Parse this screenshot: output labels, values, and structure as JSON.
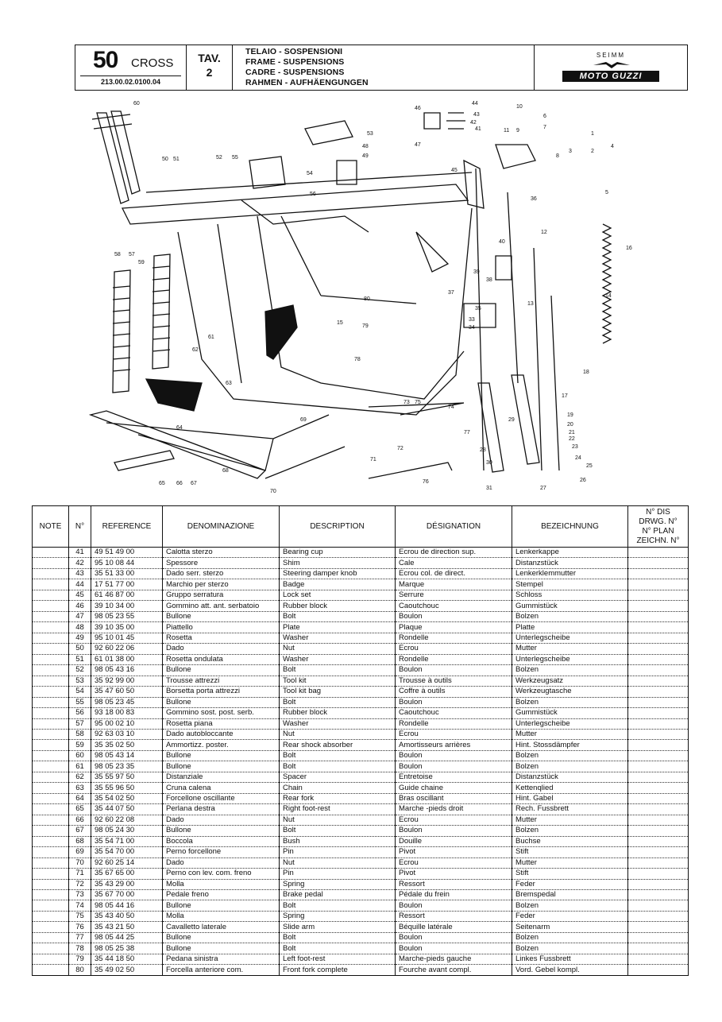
{
  "header": {
    "model_number": "50",
    "model_name": "CROSS",
    "model_code": "213.00.02.0100.04",
    "table_label": "TAV.",
    "table_number": "2",
    "titles": [
      "TELAIO - SOSPENSIONI",
      "FRAME - SUSPENSIONS",
      "CADRE - SUSPENSIONS",
      "RAHMEN - AUFHÄENGUNGEN"
    ],
    "logo_top": "SEIMM",
    "logo_brand": "MOTO GUZZI"
  },
  "diagram": {
    "callouts": [
      "1",
      "2",
      "3",
      "4",
      "5",
      "6",
      "7",
      "8",
      "9",
      "10",
      "11",
      "12",
      "13",
      "14",
      "15",
      "16",
      "17",
      "18",
      "19",
      "20",
      "21",
      "22",
      "23",
      "24",
      "25",
      "26",
      "27",
      "28",
      "29",
      "30",
      "31",
      "33",
      "34",
      "35",
      "36",
      "37",
      "38",
      "39",
      "40",
      "41",
      "42",
      "43",
      "44",
      "45",
      "46",
      "47",
      "48",
      "49",
      "50",
      "51",
      "52",
      "53",
      "54",
      "55",
      "56",
      "57",
      "58",
      "59",
      "60",
      "61",
      "62",
      "63",
      "64",
      "65",
      "66",
      "67",
      "68",
      "69",
      "70",
      "71",
      "72",
      "73",
      "74",
      "75",
      "76",
      "77",
      "78",
      "79",
      "80"
    ]
  },
  "table": {
    "headers": {
      "note": "NOTE",
      "num": "N°",
      "reference": "REFERENCE",
      "denominazione": "DENOMINAZIONE",
      "description": "DESCRIPTION",
      "designation": "DÉSIGNATION",
      "bezeichnung": "BEZEICHNUNG",
      "drawing": [
        "N° DIS",
        "DRWG. N°",
        "N° PLAN",
        "ZEICHN. N°"
      ]
    },
    "rows": [
      {
        "n": "41",
        "ref": "49 51 49 00",
        "it": "Calotta sterzo",
        "en": "Bearing cup",
        "fr": "Ecrou de direction sup.",
        "de": "Lenkerkappe"
      },
      {
        "n": "42",
        "ref": "95 10 08 44",
        "it": "Spessore",
        "en": "Shim",
        "fr": "Cale",
        "de": "Distanzstück"
      },
      {
        "n": "43",
        "ref": "35 51 33 00",
        "it": "Dado serr. sterzo",
        "en": "Steering damper knob",
        "fr": "Ecrou col. de direct.",
        "de": "Lenkerklemmutter"
      },
      {
        "n": "44",
        "ref": "17 51 77 00",
        "it": "Marchio per sterzo",
        "en": "Badge",
        "fr": "Marque",
        "de": "Stempel"
      },
      {
        "n": "45",
        "ref": "61 46 87 00",
        "it": "Gruppo serratura",
        "en": "Lock set",
        "fr": "Serrure",
        "de": "Schloss"
      },
      {
        "n": "46",
        "ref": "39 10 34 00",
        "it": "Gommino att. ant. serbatoio",
        "en": "Rubber block",
        "fr": "Caoutchouc",
        "de": "Gummistück"
      },
      {
        "n": "47",
        "ref": "98 05 23 55",
        "it": "Bullone",
        "en": "Bolt",
        "fr": "Boulon",
        "de": "Bolzen"
      },
      {
        "n": "48",
        "ref": "39 10 35 00",
        "it": "Piattello",
        "en": "Plate",
        "fr": "Plaque",
        "de": "Platte"
      },
      {
        "n": "49",
        "ref": "95 10 01 45",
        "it": "Rosetta",
        "en": "Washer",
        "fr": "Rondelle",
        "de": "Unterlegscheibe"
      },
      {
        "n": "50",
        "ref": "92 60 22 06",
        "it": "Dado",
        "en": "Nut",
        "fr": "Ecrou",
        "de": "Mutter"
      },
      {
        "n": "51",
        "ref": "61 01 38 00",
        "it": "Rosetta ondulata",
        "en": "Washer",
        "fr": "Rondelle",
        "de": "Unterlegscheibe"
      },
      {
        "n": "52",
        "ref": "98 05 43 16",
        "it": "Bullone",
        "en": "Bolt",
        "fr": "Boulon",
        "de": "Bolzen"
      },
      {
        "n": "53",
        "ref": "35 92 99 00",
        "it": "Trousse attrezzi",
        "en": "Tool kit",
        "fr": "Trousse à outils",
        "de": "Werkzeugsatz"
      },
      {
        "n": "54",
        "ref": "35 47 60 50",
        "it": "Borsetta porta attrezzi",
        "en": "Tool kit bag",
        "fr": "Coffre à outils",
        "de": "Werkzeugtasche"
      },
      {
        "n": "55",
        "ref": "98 05 23 45",
        "it": "Bullone",
        "en": "Bolt",
        "fr": "Boulon",
        "de": "Bolzen"
      },
      {
        "n": "56",
        "ref": "93 18 00 83",
        "it": "Gommino sost. post. serb.",
        "en": "Rubber block",
        "fr": "Caoutchouc",
        "de": "Gummistück"
      },
      {
        "n": "57",
        "ref": "95 00 02 10",
        "it": "Rosetta piana",
        "en": "Washer",
        "fr": "Rondelle",
        "de": "Unterlegscheibe"
      },
      {
        "n": "58",
        "ref": "92 63 03 10",
        "it": "Dado autobloccante",
        "en": "Nut",
        "fr": "Ecrou",
        "de": "Mutter"
      },
      {
        "n": "59",
        "ref": "35 35 02 50",
        "it": "Ammortizz. poster.",
        "en": "Rear shock absorber",
        "fr": "Amortisseurs arrières",
        "de": "Hint. Stossdämpfer"
      },
      {
        "n": "60",
        "ref": "98 05 43 14",
        "it": "Bullone",
        "en": "Bolt",
        "fr": "Boulon",
        "de": "Bolzen"
      },
      {
        "n": "61",
        "ref": "98 05 23 35",
        "it": "Bullone",
        "en": "Bolt",
        "fr": "Boulon",
        "de": "Bolzen"
      },
      {
        "n": "62",
        "ref": "35 55 97 50",
        "it": "Distanziale",
        "en": "Spacer",
        "fr": "Entretoise",
        "de": "Distanzstück"
      },
      {
        "n": "63",
        "ref": "35 55 96 50",
        "it": "Cruna calena",
        "en": "Chain",
        "fr": "Guide chaine",
        "de": "Kettenqlied"
      },
      {
        "n": "64",
        "ref": "35 54 02 50",
        "it": "Forcellone oscillante",
        "en": "Rear fork",
        "fr": "Bras oscillant",
        "de": "Hint. Gabel"
      },
      {
        "n": "65",
        "ref": "35 44 07 50",
        "it": "Perlana destra",
        "en": "Right foot-rest",
        "fr": "Marche -pieds droit",
        "de": "Rech. Fussbrett"
      },
      {
        "n": "66",
        "ref": "92 60 22 08",
        "it": "Dado",
        "en": "Nut",
        "fr": "Ecrou",
        "de": "Mutter"
      },
      {
        "n": "67",
        "ref": "98 05 24 30",
        "it": "Bullone",
        "en": "Bolt",
        "fr": "Boulon",
        "de": "Bolzen"
      },
      {
        "n": "68",
        "ref": "35 54 71 00",
        "it": "Boccola",
        "en": "Bush",
        "fr": "Douille",
        "de": "Buchse"
      },
      {
        "n": "69",
        "ref": "35 54 70 00",
        "it": "Perno forcellone",
        "en": "Pin",
        "fr": "Pivot",
        "de": "Stift"
      },
      {
        "n": "70",
        "ref": "92 60 25 14",
        "it": "Dado",
        "en": "Nut",
        "fr": "Ecrou",
        "de": "Mutter"
      },
      {
        "n": "71",
        "ref": "35 67 65 00",
        "it": "Perno con lev. com. freno",
        "en": "Pin",
        "fr": "Pivot",
        "de": "Stift"
      },
      {
        "n": "72",
        "ref": "35 43 29 00",
        "it": "Molla",
        "en": "Spring",
        "fr": "Ressort",
        "de": "Feder"
      },
      {
        "n": "73",
        "ref": "35 67 70 00",
        "it": "Pedale freno",
        "en": "Brake pedal",
        "fr": "Pédale du frein",
        "de": "Bremspedal"
      },
      {
        "n": "74",
        "ref": "98 05 44 16",
        "it": "Bullone",
        "en": "Bolt",
        "fr": "Boulon",
        "de": "Bolzen"
      },
      {
        "n": "75",
        "ref": "35 43 40 50",
        "it": "Molla",
        "en": "Spring",
        "fr": "Ressort",
        "de": "Feder"
      },
      {
        "n": "76",
        "ref": "35 43 21 50",
        "it": "Cavalletto laterale",
        "en": "Slide arm",
        "fr": "Béquille latérale",
        "de": "Seitenarm"
      },
      {
        "n": "77",
        "ref": "98 05 44 25",
        "it": "Bullone",
        "en": "Bolt",
        "fr": "Boulon",
        "de": "Bolzen"
      },
      {
        "n": "78",
        "ref": "98 05 25 38",
        "it": "Bullone",
        "en": "Bolt",
        "fr": "Boulon",
        "de": "Bolzen"
      },
      {
        "n": "79",
        "ref": "35 44 18 50",
        "it": "Pedana sinistra",
        "en": "Left foot-rest",
        "fr": "Marche-pieds gauche",
        "de": "Linkes Fussbrett"
      },
      {
        "n": "80",
        "ref": "35 49 02 50",
        "it": "Forcella anteriore com.",
        "en": "Front fork complete",
        "fr": "Fourche avant compl.",
        "de": "Vord. Gebel kompl."
      }
    ]
  }
}
